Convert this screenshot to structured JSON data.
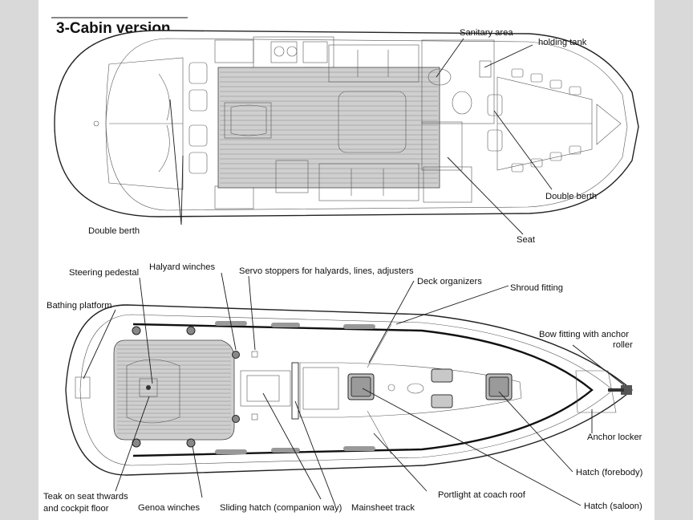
{
  "title": "3-Cabin version",
  "interior_labels": {
    "sanitary_area": "Sanitary area",
    "holding_tank": "holding tank",
    "double_berth_fwd": "Double berth",
    "double_berth_aft": "Double berth",
    "seat": "Seat"
  },
  "deck_labels": {
    "steering_pedestal": "Steering pedestal",
    "halyard_winches": "Halyard winches",
    "servo_stoppers": "Servo stoppers for halyards, lines, adjusters",
    "deck_organizers": "Deck organizers",
    "shroud_fitting": "Shroud fitting",
    "bathing_platform": "Bathing platform",
    "bow_fitting_1": "Bow fitting with anchor",
    "bow_fitting_2": "roller",
    "anchor_locker": "Anchor locker",
    "hatch_forebody": "Hatch (forebody)",
    "teak_1": "Teak on seat thwards",
    "teak_2": "and cockpit floor",
    "genoa_winches": "Genoa winches",
    "sliding_hatch": "Sliding hatch (companion way)",
    "mainsheet_track": "Mainsheet track",
    "portlight": "Portlight at coach roof",
    "hatch_saloon": "Hatch (saloon)"
  }
}
